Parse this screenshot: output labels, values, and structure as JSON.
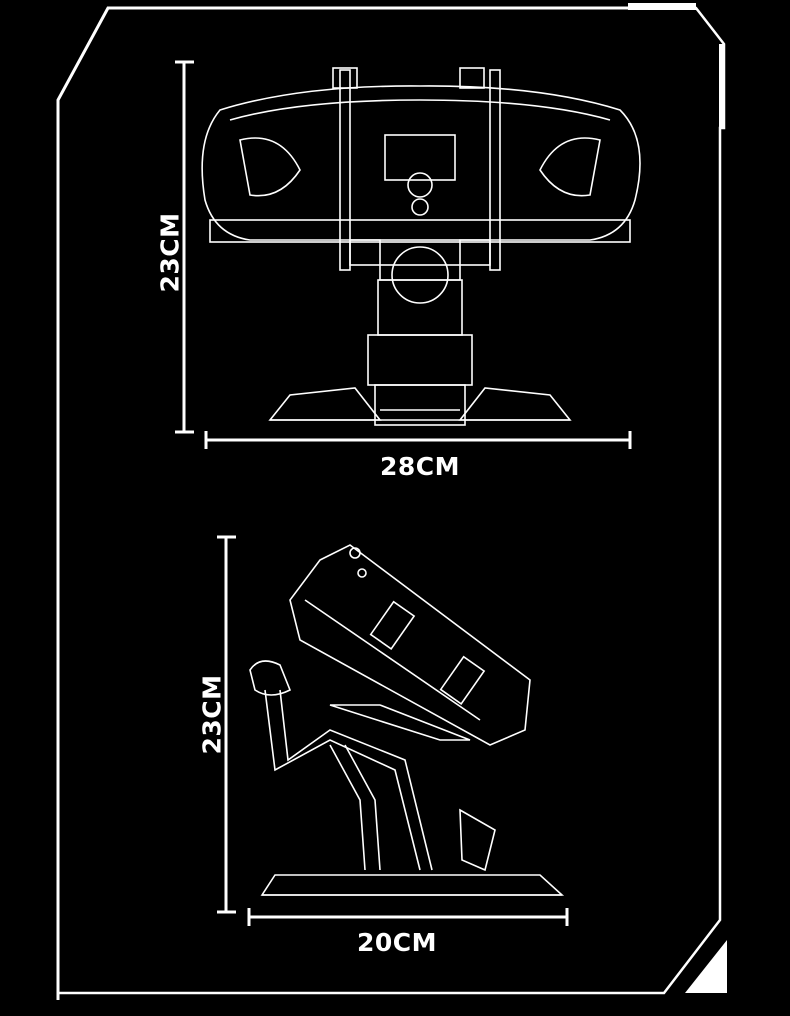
{
  "front_view": {
    "height_label": "23CM",
    "width_label": "28CM"
  },
  "side_view": {
    "height_label": "23CM",
    "depth_label": "20CM"
  },
  "colors": {
    "background": "#000000",
    "lines": "#ffffff"
  }
}
